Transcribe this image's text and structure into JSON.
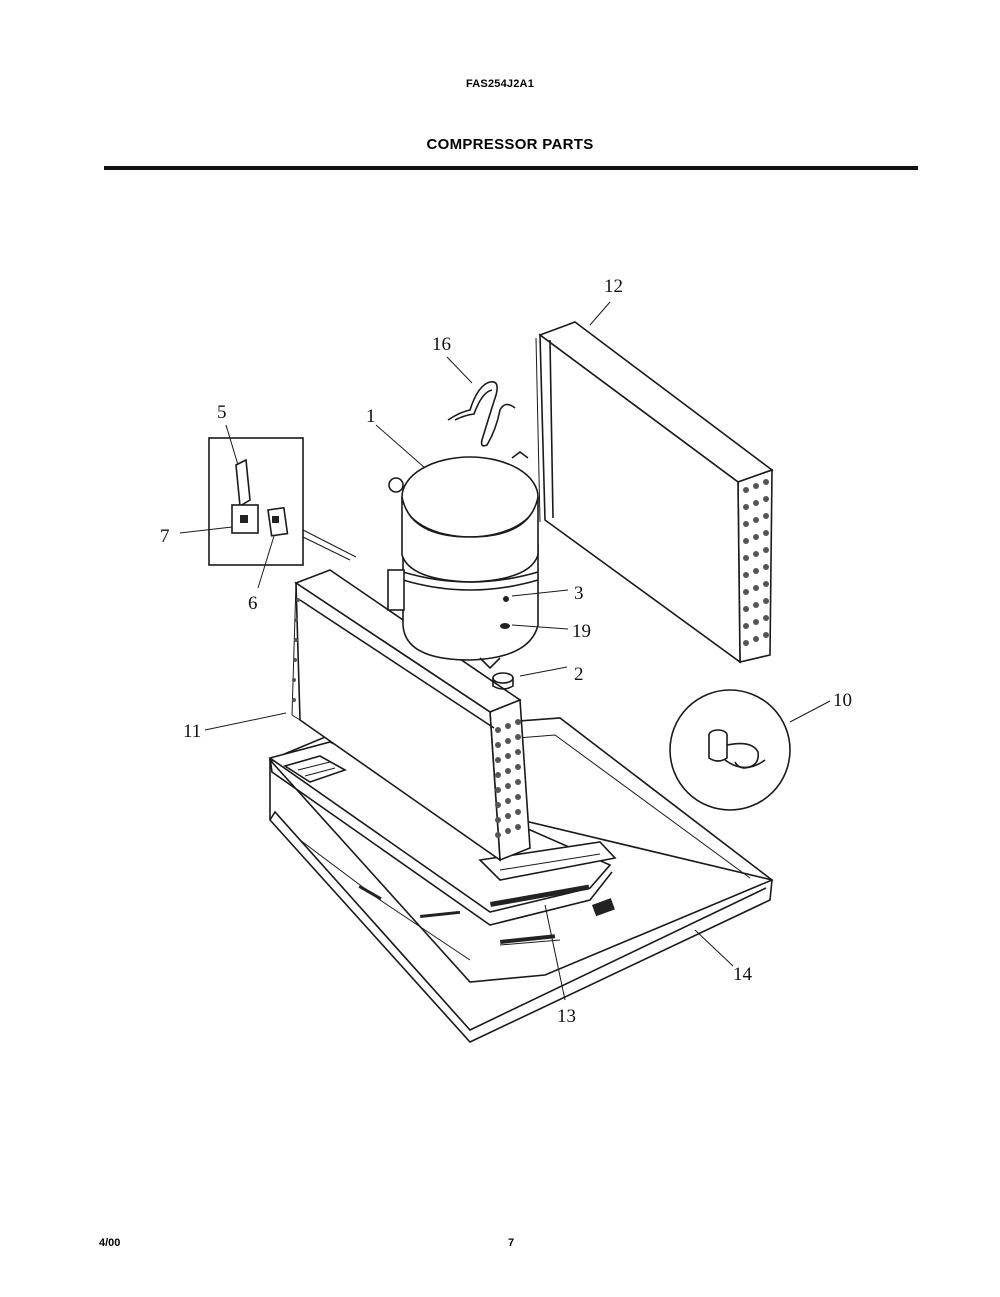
{
  "header": {
    "model_number": "FAS254J2A1",
    "title": "COMPRESSOR PARTS"
  },
  "callouts": {
    "c1": "1",
    "c2": "2",
    "c3": "3",
    "c5": "5",
    "c6": "6",
    "c7": "7",
    "c10": "10",
    "c11": "11",
    "c12": "12",
    "c13": "13",
    "c14": "14",
    "c16": "16",
    "c19": "19"
  },
  "footer": {
    "date": "4/00",
    "page_number": "7"
  }
}
